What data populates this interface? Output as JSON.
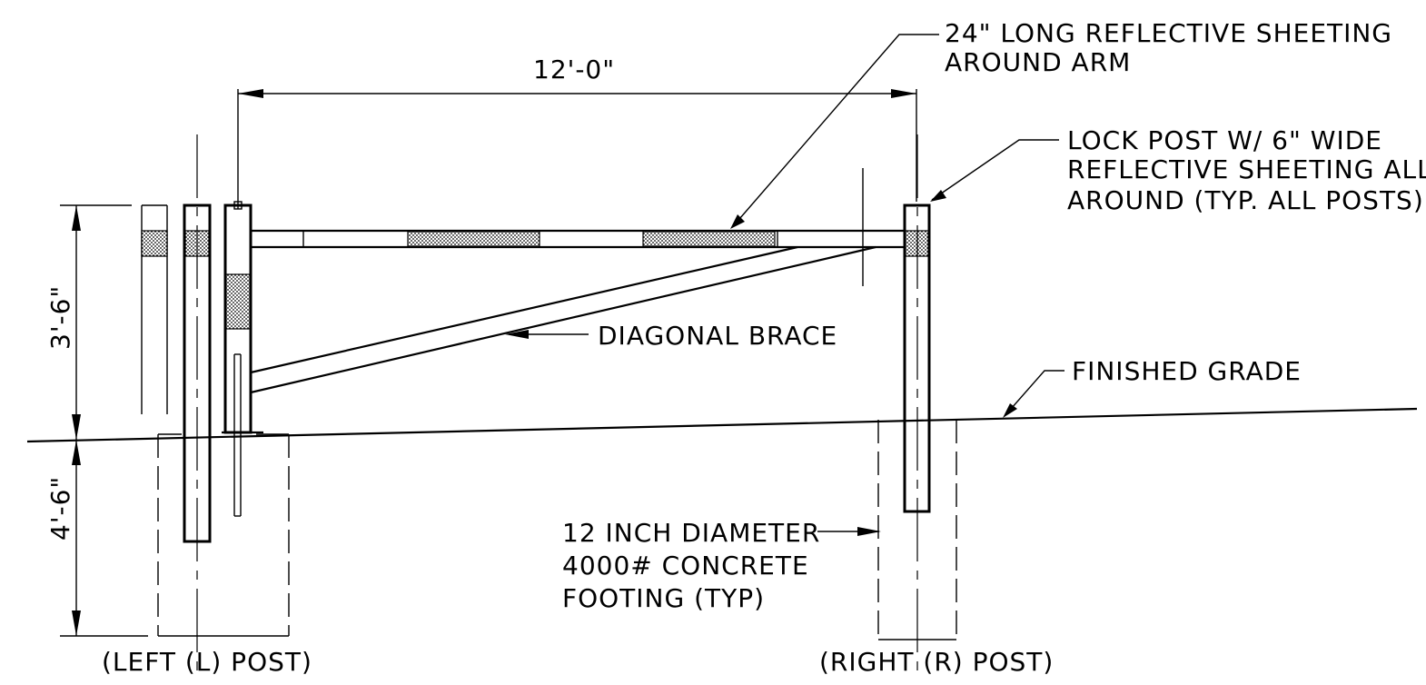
{
  "dimensions": {
    "span": "12'-0\"",
    "above_grade": "3'-6\"",
    "below_grade": "4'-6\""
  },
  "callouts": {
    "sheeting_arm": [
      "24\" LONG REFLECTIVE SHEETING",
      "AROUND ARM"
    ],
    "lock_post": [
      "LOCK POST W/ 6\" WIDE",
      "REFLECTIVE SHEETING ALL",
      "AROUND (TYP. ALL POSTS)"
    ],
    "diagonal_brace": "DIAGONAL BRACE",
    "finished_grade": "FINISHED GRADE",
    "footing": [
      "12 INCH DIAMETER",
      "4000# CONCRETE",
      "FOOTING (TYP)"
    ]
  },
  "post_labels": {
    "left": "(LEFT (L) POST)",
    "right": "(RIGHT (R) POST)"
  }
}
